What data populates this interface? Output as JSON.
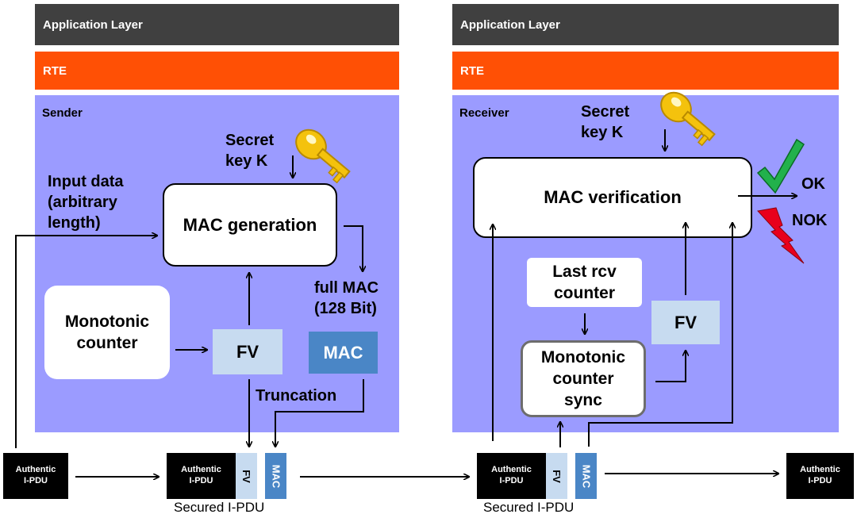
{
  "sender": {
    "app_layer": "Application Layer",
    "rte": "RTE",
    "panel_label": "Sender",
    "secret_key": "Secret\nkey K",
    "input_data": "Input data\n(arbitrary\nlength)",
    "mac_generation": "MAC generation",
    "monotonic_counter": "Monotonic\ncounter",
    "fv": "FV",
    "mac": "MAC",
    "full_mac": "full MAC\n(128 Bit)",
    "truncation": "Truncation"
  },
  "receiver": {
    "app_layer": "Application Layer",
    "rte": "RTE",
    "panel_label": "Receiver",
    "secret_key": "Secret\nkey K",
    "mac_verification": "MAC verification",
    "last_rcv_counter": "Last rcv\ncounter",
    "monotonic_counter_sync": "Monotonic\ncounter\nsync",
    "fv": "FV",
    "ok": "OK",
    "nok": "NOK"
  },
  "bottom": {
    "authentic_pdu": "Authentic\nI-PDU",
    "fv": "FV",
    "mac": "MAC",
    "secured_pdu": "Secured I-PDU"
  },
  "colors": {
    "app_layer": "#404040",
    "rte": "#ff5005",
    "panel": "#9b9bff",
    "fv": "#c7dbf0",
    "mac": "#4a86c6",
    "check": "#22b14c",
    "bolt": "#e8001c",
    "key": "#f4c20d"
  },
  "icons": [
    "key-icon",
    "checkmark-icon",
    "lightning-icon"
  ]
}
